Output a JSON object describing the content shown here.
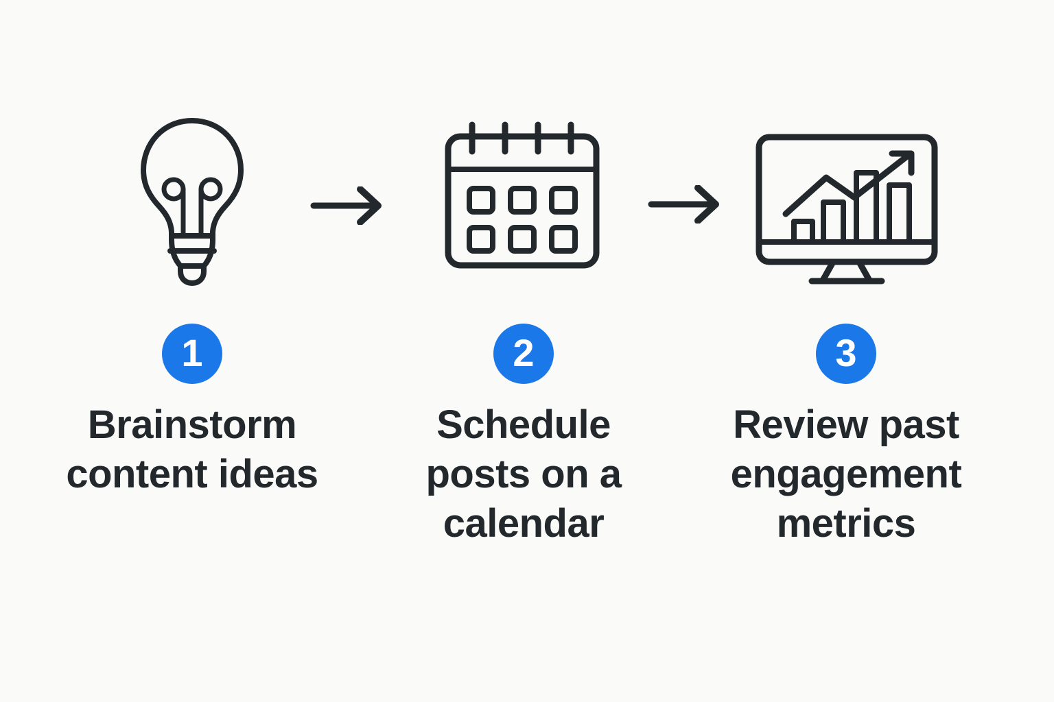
{
  "canvas": {
    "background_color": "#fafaf9",
    "ink_color": "#23282d",
    "accent_color": "#1b78e8"
  },
  "steps": [
    {
      "number": "1",
      "icon": "lightbulb-icon",
      "lines": [
        "Brainstorm",
        "content ideas"
      ]
    },
    {
      "number": "2",
      "icon": "calendar-icon",
      "lines": [
        "Schedule",
        "posts on a",
        "calendar"
      ]
    },
    {
      "number": "3",
      "icon": "monitor-chart-icon",
      "lines": [
        "Review past",
        "engagement",
        "metrics"
      ]
    }
  ],
  "arrows": [
    {
      "name": "arrow-right-icon"
    },
    {
      "name": "arrow-right-icon"
    }
  ]
}
